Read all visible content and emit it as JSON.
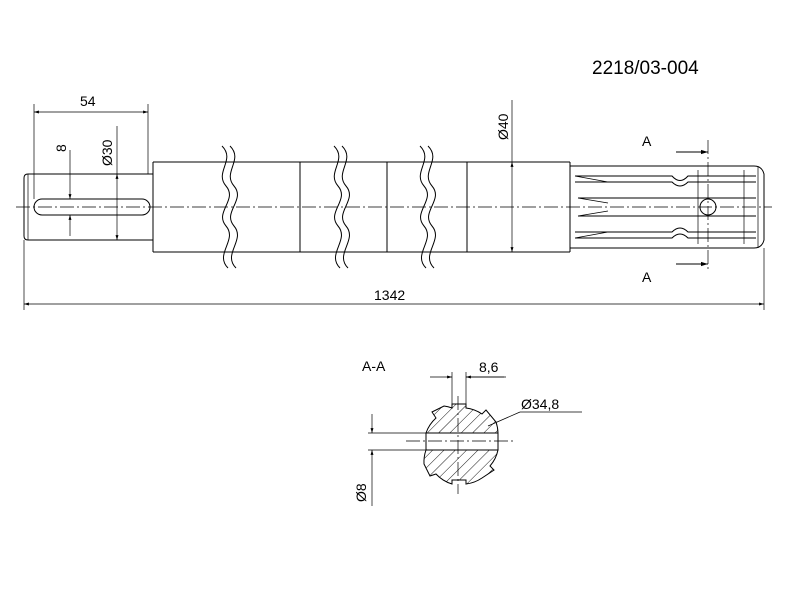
{
  "drawing_number": "2218/03-004",
  "dimensions": {
    "key_length": "54",
    "key_width": "8",
    "end_diameter": "Ø30",
    "body_diameter": "Ø40",
    "total_length": "1342"
  },
  "section": {
    "arrow_label": "A",
    "title": "A-A",
    "tooth_width": "8,6",
    "outer_diameter": "Ø34,8",
    "key_dimension": "Ø8"
  }
}
